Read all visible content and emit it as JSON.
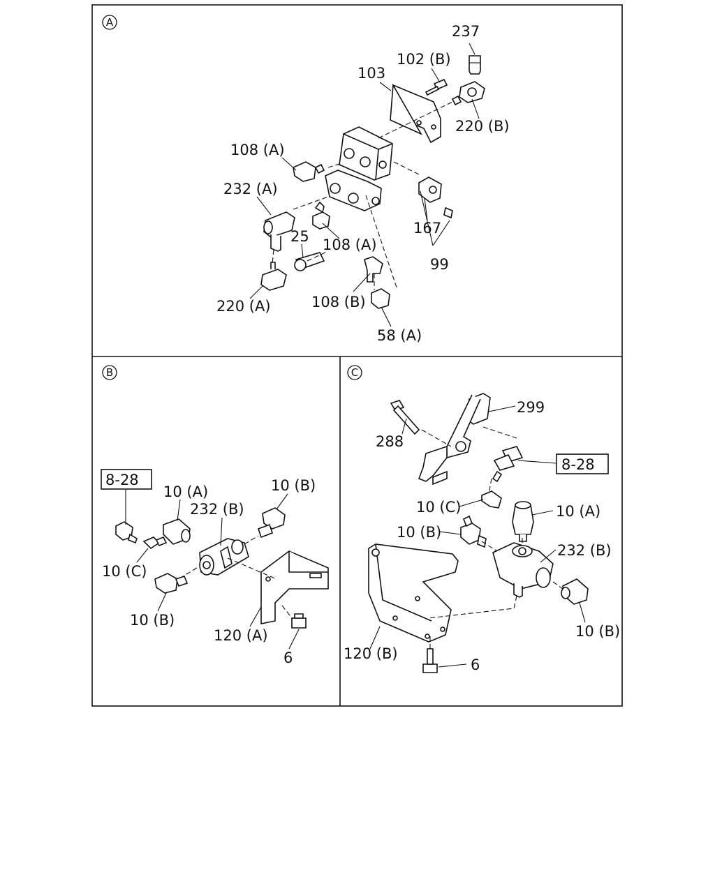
{
  "panels": {
    "a": {
      "letter": "A",
      "labels": {
        "l237": "237",
        "l102b": "102 (B)",
        "l103": "103",
        "l220b": "220 (B)",
        "l108a_top": "108 (A)",
        "l232a": "232 (A)",
        "l167": "167",
        "l25": "25",
        "l108a_mid": "108 (A)",
        "l99": "99",
        "l220a": "220 (A)",
        "l108b": "108 (B)",
        "l58a": "58 (A)"
      }
    },
    "b": {
      "letter": "B",
      "labels": {
        "ref828": "8-28",
        "l10a": "10 (A)",
        "l10b_top": "10 (B)",
        "l232b": "232 (B)",
        "l10c": "10 (C)",
        "l10b_bot": "10 (B)",
        "l120a": "120 (A)",
        "l6": "6"
      }
    },
    "c": {
      "letter": "C",
      "labels": {
        "l299": "299",
        "l288": "288",
        "ref828": "8-28",
        "l10c": "10 (C)",
        "l10a": "10 (A)",
        "l10b_top": "10 (B)",
        "l232b": "232 (B)",
        "l10b_right": "10 (B)",
        "l120b": "120 (B)",
        "l6": "6"
      }
    }
  }
}
